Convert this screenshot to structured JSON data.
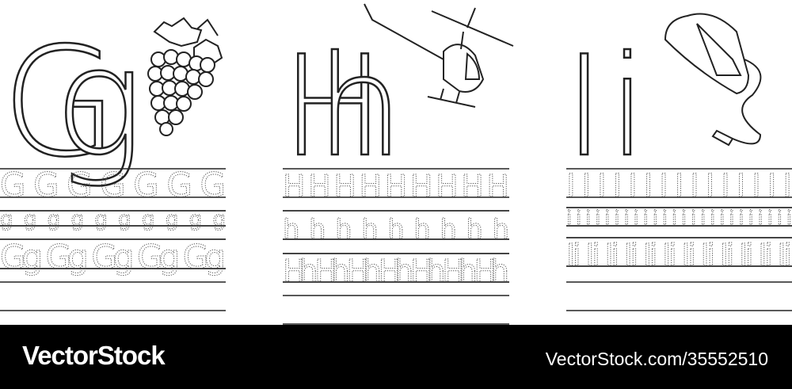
{
  "panels": [
    {
      "letters": "Gg",
      "picture": "grapes",
      "rows": [
        "G G G G G G G",
        "g g g g g g g g g g",
        "Gg Gg Gg Gg Gg"
      ]
    },
    {
      "letters": "Hh",
      "picture": "helicopter",
      "rows": [
        "H H H H H H H H H",
        "h h h h h h h h h",
        "Hh Hh Hh Hh Hh Hh Hh"
      ]
    },
    {
      "letters": "Ii",
      "picture": "iron",
      "rows": [
        "I I I I I I I I I I I I I I I",
        "i i i i i i i i i i i i i i i i i i i i i i i i",
        "Ii Ii Ii Ii Ii Ii Ii Ii Ii Ii Ii Ii"
      ]
    }
  ],
  "footer": {
    "logo": "VectorStock",
    "url": "VectorStock.com/35552510"
  }
}
